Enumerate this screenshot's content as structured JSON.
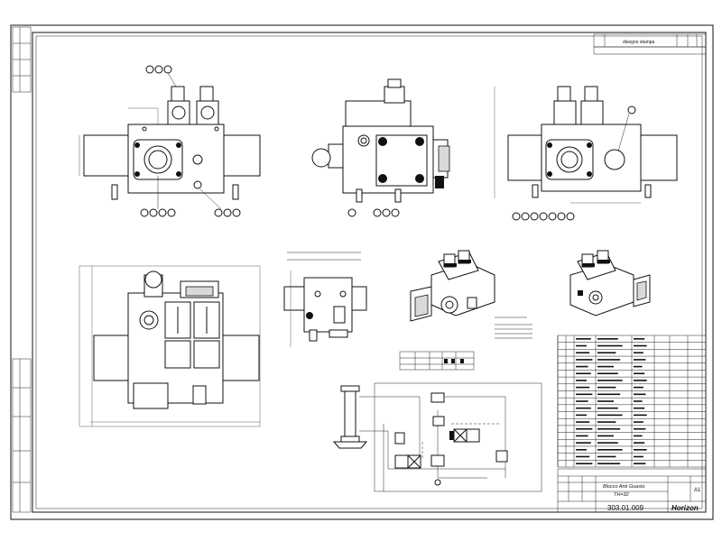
{
  "title_block": {
    "title_line1": "Blocco Anti Guasto",
    "title_line2": "TH=32",
    "drawing_number": "303.01.009",
    "logo_text": "Horizon",
    "sheet_size": "A1",
    "top_label": "disegno  stampa"
  },
  "bom_rows": 19,
  "colors": {
    "line": "#111111",
    "paper": "#ffffff"
  }
}
